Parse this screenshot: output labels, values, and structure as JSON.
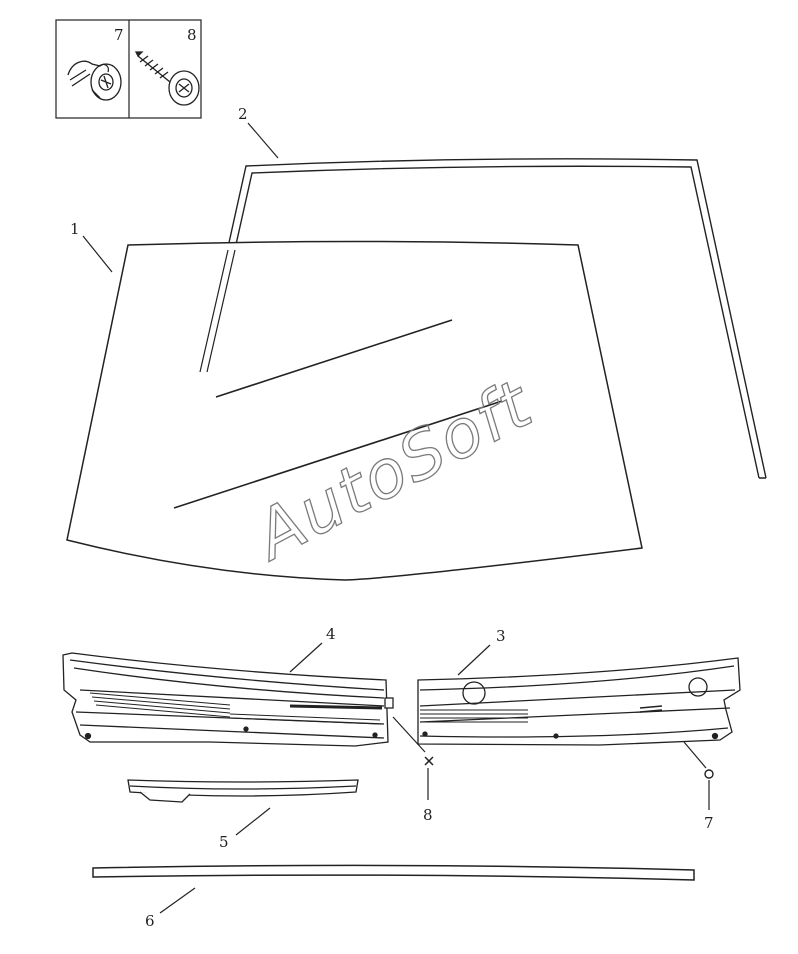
{
  "watermark": "AutoSoft",
  "inset": {
    "left_label": "7",
    "right_label": "8"
  },
  "callouts": {
    "windshield_glass": "1",
    "windshield_moulding": "2",
    "cowl_panel_right": "3",
    "cowl_panel_left": "4",
    "cowl_trim": "5",
    "lower_seal": "6",
    "clip": "7",
    "screw": "8"
  }
}
